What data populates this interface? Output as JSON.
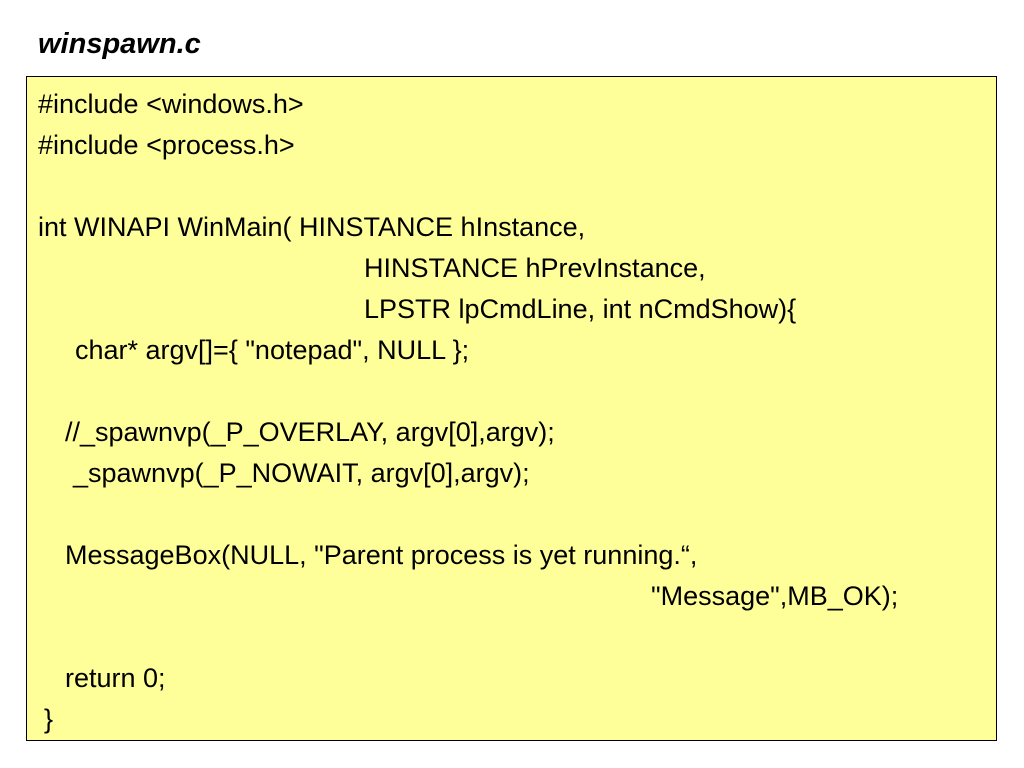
{
  "slide": {
    "title": "winspawn.c"
  },
  "code": {
    "background_color": "#ffff99",
    "lines": [
      "#include <windows.h>",
      "#include <process.h>",
      "",
      "int WINAPI WinMain( HINSTANCE hInstance,",
      "HINSTANCE hPrevInstance,",
      "LPSTR lpCmdLine, int nCmdShow){",
      "char* argv[]={ \"notepad\", NULL };",
      "",
      "//_spawnvp(_P_OVERLAY, argv[0],argv);",
      "_spawnvp(_P_NOWAIT, argv[0],argv);",
      "",
      "MessageBox(NULL, \"Parent process is yet running.“,",
      "\"Message\",MB_OK);",
      "",
      "return 0;",
      "}"
    ]
  }
}
